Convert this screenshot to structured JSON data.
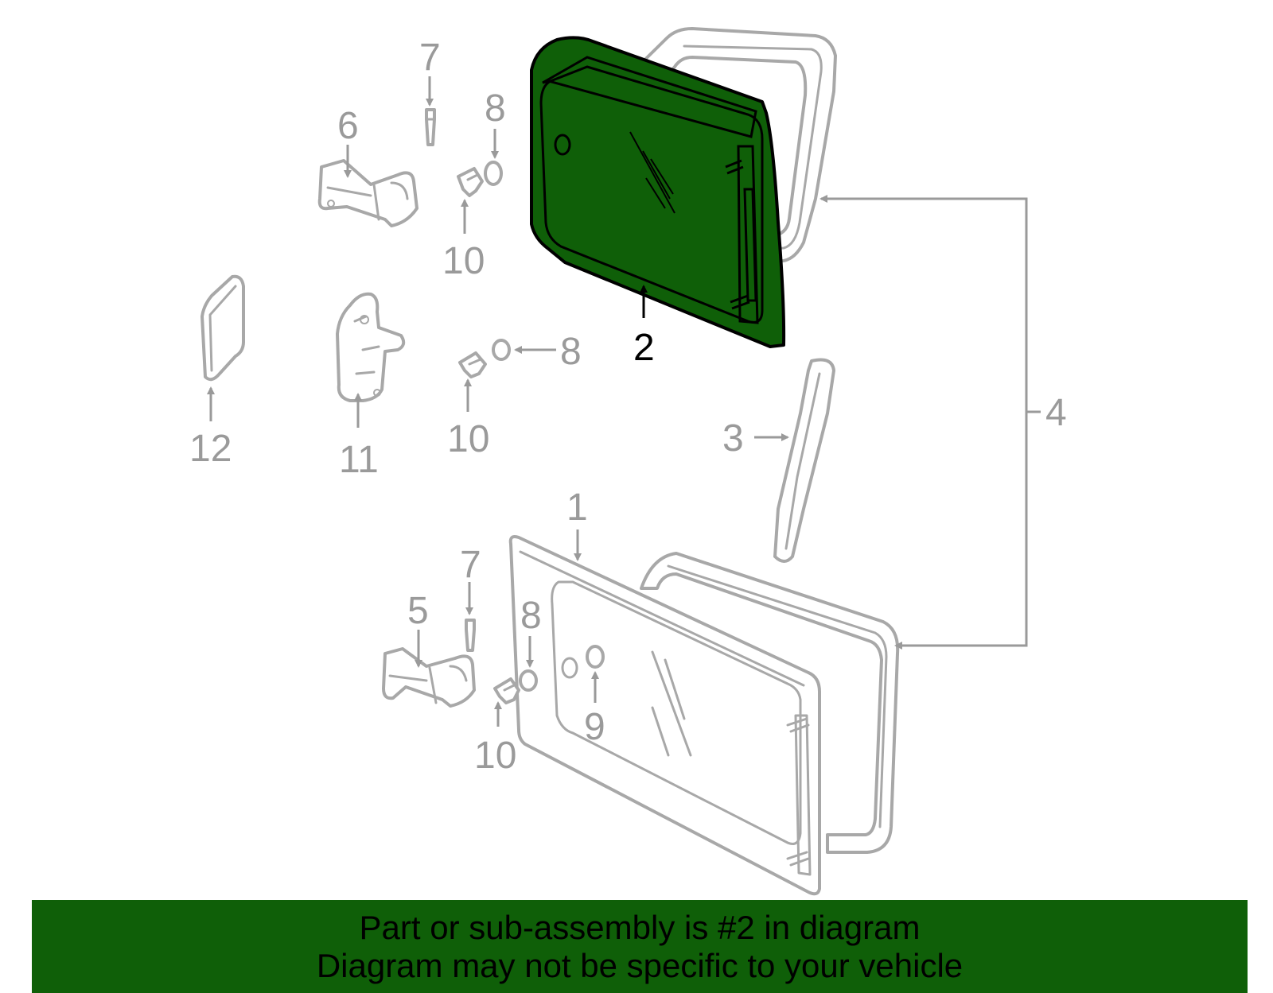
{
  "colors": {
    "highlight_fill": "#0f5f08",
    "outline_gray": "#a8a8a8",
    "label_gray": "#9a9a9a",
    "highlight_label": "#000000",
    "banner_bg": "#0f5f08"
  },
  "callouts": {
    "c1": "1",
    "c2": "2",
    "c3": "3",
    "c4": "4",
    "c5": "5",
    "c6": "6",
    "c7_top": "7",
    "c7_bottom": "7",
    "c8_top": "8",
    "c8_mid": "8",
    "c8_bottom": "8",
    "c9": "9",
    "c10_top": "10",
    "c10_mid": "10",
    "c10_bottom": "10",
    "c11": "11",
    "c12": "12"
  },
  "highlighted_part": "2",
  "footer": {
    "line1": "Part or sub-assembly is #2 in diagram",
    "line2": "Diagram may not be specific to your vehicle"
  }
}
